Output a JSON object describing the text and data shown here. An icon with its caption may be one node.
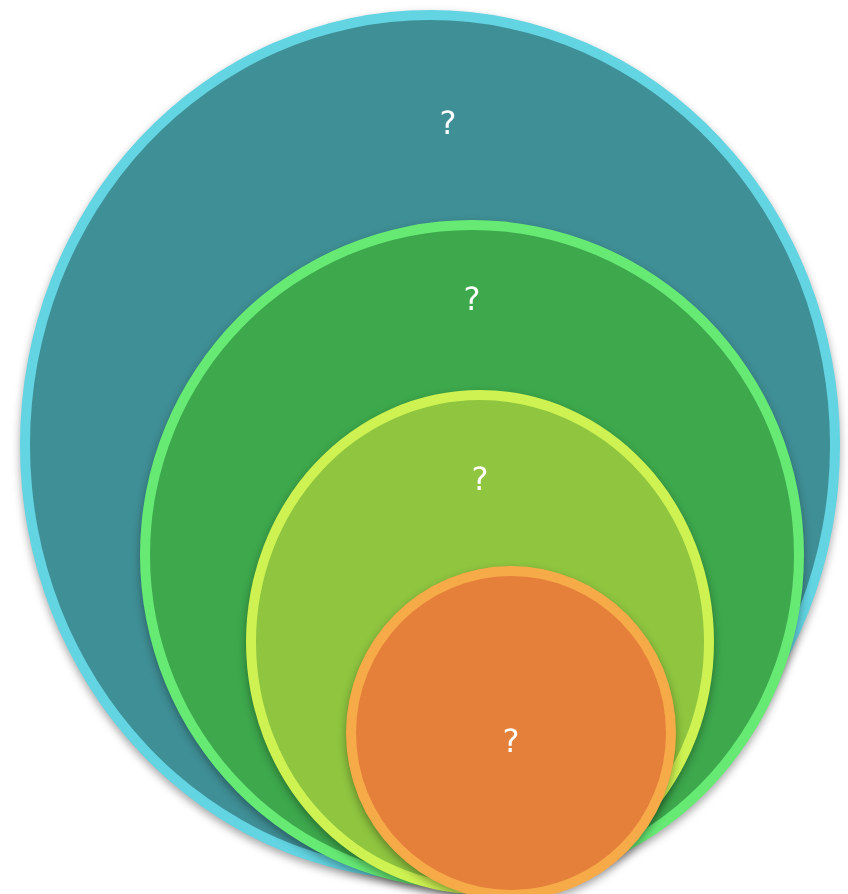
{
  "diagram": {
    "nodes": [
      {
        "text": [
          "?"
        ]
      },
      {
        "text": [
          "?"
        ],
        "in": 0
      },
      {
        "text": [
          "?"
        ],
        "in": 1
      },
      {
        "text": [
          "?"
        ],
        "in": 2
      }
    ]
  }
}
